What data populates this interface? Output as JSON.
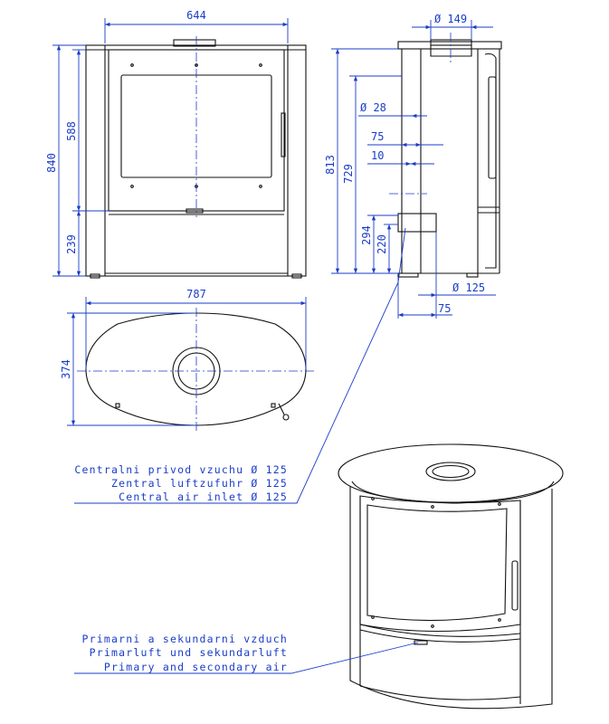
{
  "front_view": {
    "width": "644",
    "height_total": "840",
    "height_upper": "588",
    "height_lower": "239"
  },
  "side_view": {
    "flue_top": "Ø 149",
    "height_813": "813",
    "height_729": "729",
    "dia_28": "Ø 28",
    "dim_75a": "75",
    "dim_10": "10",
    "height_294": "294",
    "height_220": "220",
    "dia_125": "Ø 125",
    "dim_75b": "75"
  },
  "top_view": {
    "width": "787",
    "depth": "374"
  },
  "notes": {
    "central_air": [
      "Centralni privod vzuchu Ø 125",
      "Zentral luftzufuhr Ø 125",
      "Central air inlet Ø 125"
    ],
    "primary_air": [
      "Primarni a sekundarni vzduch",
      "Primarluft und sekundarluft",
      "Primary and secondary air"
    ]
  },
  "colors": {
    "dimension": "#1a3cc8",
    "outline": "#111111"
  }
}
